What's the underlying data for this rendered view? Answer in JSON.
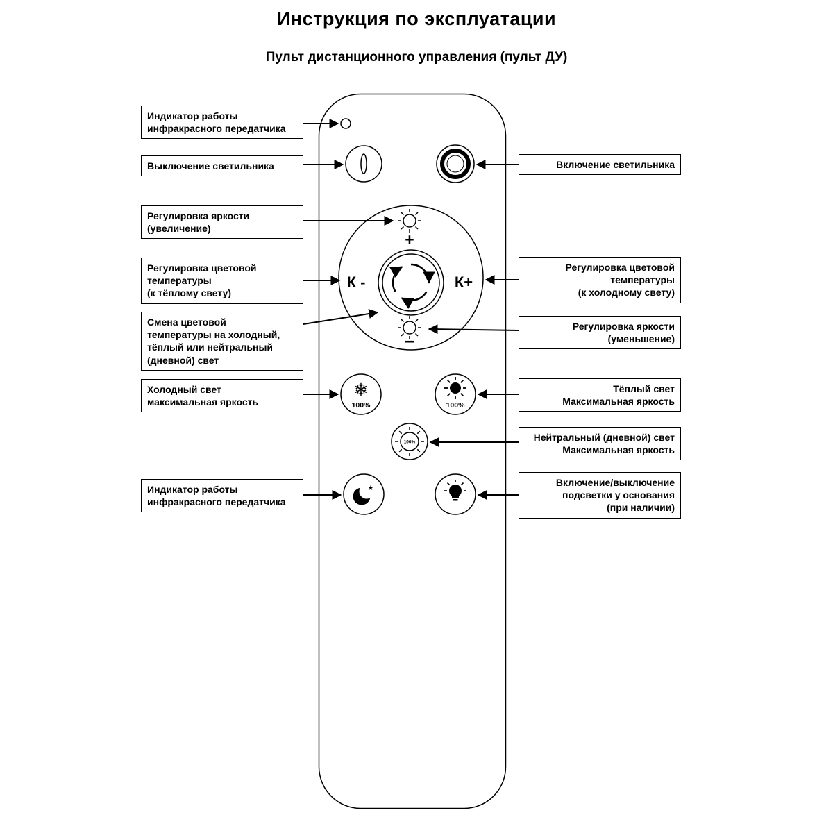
{
  "page": {
    "title": "Инструкция по эксплуатации",
    "subtitle": "Пульт дистанционного управления (пульт ДУ)"
  },
  "remote": {
    "dial": {
      "plus": "+",
      "minus": "–",
      "k_minus": "К -",
      "k_plus": "К+"
    },
    "buttons": {
      "snowflake_glyph": "❄",
      "cold_percent": "100%",
      "warm_percent": "100%",
      "neutral_percent": "100%",
      "star_glyph": "★"
    }
  },
  "callouts_left": [
    {
      "id": "ir-indicator-top",
      "text": "Индикатор работы\nинфракрасного передатчика"
    },
    {
      "id": "power-off",
      "text": "Выключение светильника"
    },
    {
      "id": "brightness-up",
      "text": "Регулировка яркости\n(увеличение)"
    },
    {
      "id": "color-temp-warm",
      "text": "Регулировка цветовой\nтемпературы\n(к тёплому свету)"
    },
    {
      "id": "color-temp-change",
      "text": "Смена цветовой\nтемпературы на холодный,\nтёплый или нейтральный\n(дневной) свет"
    },
    {
      "id": "cold-max",
      "text": "Холодный свет\nмаксимальная яркость"
    },
    {
      "id": "ir-indicator-bottom",
      "text": "Индикатор работы\nинфракрасного передатчика"
    }
  ],
  "callouts_right": [
    {
      "id": "power-on",
      "text": "Включение светильника"
    },
    {
      "id": "color-temp-cold",
      "text": "Регулировка цветовой\nтемпературы\n(к холодному свету)"
    },
    {
      "id": "brightness-down",
      "text": "Регулировка яркости\n(уменьшение)"
    },
    {
      "id": "warm-max",
      "text": "Тёплый свет\nМаксимальная яркость"
    },
    {
      "id": "neutral-max",
      "text": "Нейтральный (дневной) свет\nМаксимальная яркость"
    },
    {
      "id": "base-light",
      "text": "Включение/выключение\nподсветки у основания\n(при наличии)"
    }
  ],
  "colors": {
    "ink": "#000000",
    "background": "#ffffff"
  }
}
